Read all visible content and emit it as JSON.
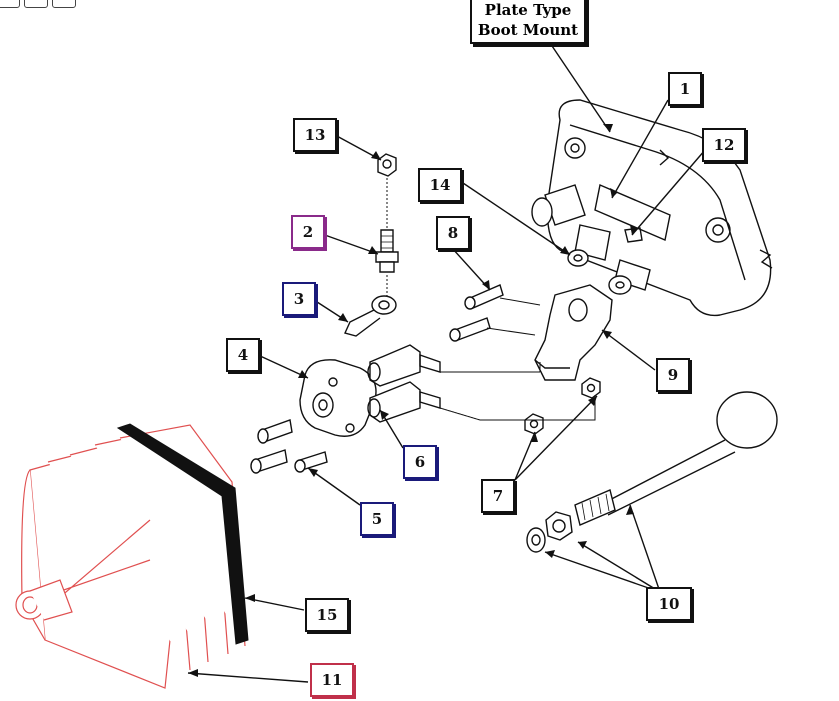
{
  "title": {
    "line1": "Plate Type",
    "line2": "Boot Mount"
  },
  "callouts": {
    "c1": "1",
    "c2": "2",
    "c3": "3",
    "c4": "4",
    "c5": "5",
    "c6": "6",
    "c7": "7",
    "c8": "8",
    "c9": "9",
    "c10": "10",
    "c11": "11",
    "c12": "12",
    "c13": "13",
    "c14": "14",
    "c15": "15"
  },
  "colors": {
    "line": "#111111",
    "blue_callout": "#1a1a7a",
    "purple_callout": "#8a2a8a",
    "red_boot": "#e05050",
    "red_callout": "#c0304a"
  },
  "toolbar_icons": [
    "zoom-in-icon",
    "zoom-out-icon",
    "rotate-icon"
  ]
}
